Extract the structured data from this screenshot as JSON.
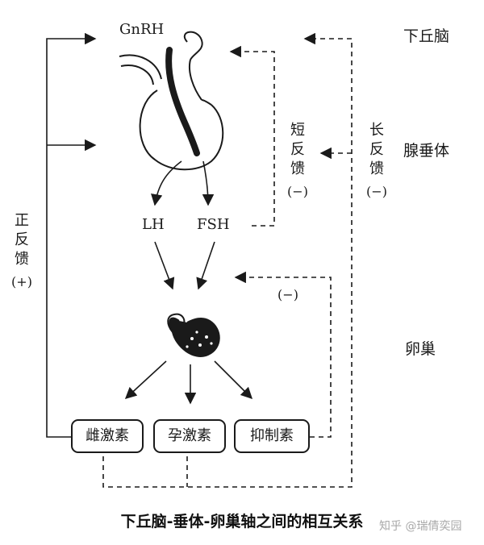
{
  "labels": {
    "gnrh": "GnRH",
    "lh": "LH",
    "fsh": "FSH",
    "hypothalamus": "下丘脑",
    "pituitary": "腺垂体",
    "ovary": "卵巢"
  },
  "feedback": {
    "short": "短反馈",
    "short_sign": "(−)",
    "long": "长反馈",
    "long_sign": "(−)",
    "positive": "正反馈",
    "positive_sign": "(+)",
    "inhibin_sign": "(−)"
  },
  "hormones": {
    "estrogen": "雌激素",
    "progesterone": "孕激素",
    "inhibin": "抑制素"
  },
  "caption": "下丘脑-垂体-卵巢轴之间的相互关系",
  "watermark": "知乎 @瑞倩奕园"
}
